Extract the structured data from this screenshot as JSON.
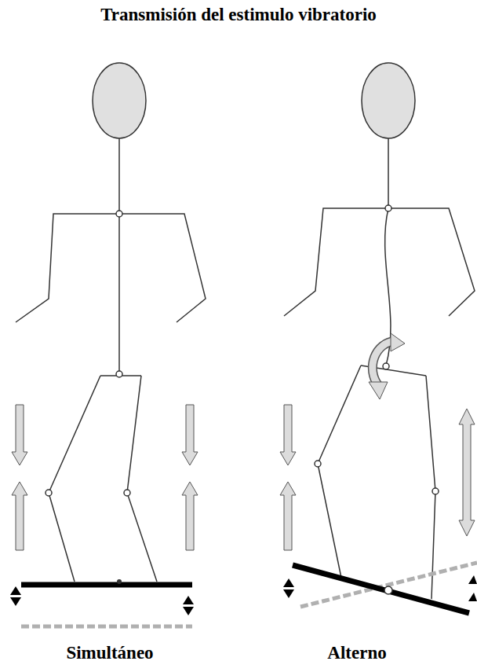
{
  "diagram": {
    "title": "Transmisión del estimulo vibratorio",
    "labels": [
      "Simultáneo",
      "Alterno"
    ]
  }
}
